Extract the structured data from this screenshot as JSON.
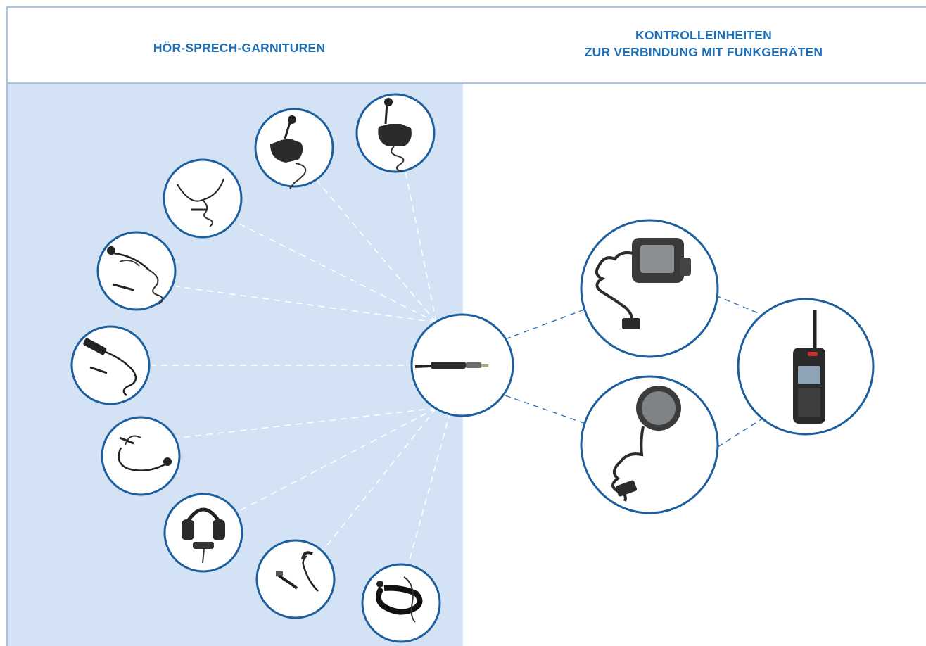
{
  "headings": {
    "left": "HÖR-SPRECH-GARNITUREN",
    "right_line1": "KONTROLLEINHEITEN",
    "right_line2": "ZUR VERBINDUNG MIT FUNKGERÄTEN"
  },
  "colors": {
    "heading": "#1d6fb8",
    "circle_stroke": "#1d5f9e",
    "left_panel_bg": "#d3e3f5",
    "frame_border": "#a9c3e3",
    "dash_left": "#ffffff",
    "dash_right": "#2f6fae"
  },
  "nodes": {
    "headsets": [
      "headset-helmet-mount-icon",
      "headset-helmet-clip-icon",
      "headset-y-cable-icon",
      "headset-boom-mic-icon",
      "headset-inline-ptt-icon",
      "headset-coiled-boom-icon",
      "headset-ear-defender-icon",
      "headset-earpiece-icon",
      "headset-neckband-icon"
    ],
    "hub": "connector-cable-icon",
    "control_units": [
      "speaker-mic-display-icon",
      "speaker-mic-round-icon"
    ],
    "radio": "handheld-radio-icon"
  }
}
